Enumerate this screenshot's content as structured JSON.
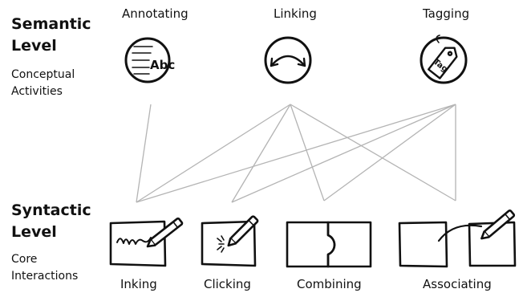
{
  "semantic": {
    "title_line1": "Semantic",
    "title_line2": "Level",
    "subtitle_line1": "Conceptual",
    "subtitle_line2": "Activities"
  },
  "syntactic": {
    "title_line1": "Syntactic",
    "title_line2": "Level",
    "subtitle_line1": "Core",
    "subtitle_line2": "Interactions"
  },
  "activities": [
    {
      "label": "Annotating",
      "icon": "annotation-icon",
      "glyph": "Abc"
    },
    {
      "label": "Linking",
      "icon": "bidirectional-arrow-icon"
    },
    {
      "label": "Tagging",
      "icon": "tag-icon",
      "glyph": "Tag"
    }
  ],
  "interactions": [
    {
      "label": "Inking",
      "icon": "pen-scribble-icon"
    },
    {
      "label": "Clicking",
      "icon": "pen-tap-icon"
    },
    {
      "label": "Combining",
      "icon": "puzzle-pieces-icon"
    },
    {
      "label": "Associating",
      "icon": "pen-link-icon"
    }
  ],
  "connections": [
    [
      "Annotating",
      "Inking"
    ],
    [
      "Linking",
      "Inking"
    ],
    [
      "Linking",
      "Clicking"
    ],
    [
      "Linking",
      "Combining"
    ],
    [
      "Linking",
      "Associating"
    ],
    [
      "Tagging",
      "Inking"
    ],
    [
      "Tagging",
      "Clicking"
    ],
    [
      "Tagging",
      "Combining"
    ],
    [
      "Tagging",
      "Associating"
    ]
  ],
  "colors": {
    "connector": "#b4b4b4",
    "stroke": "#111111"
  }
}
